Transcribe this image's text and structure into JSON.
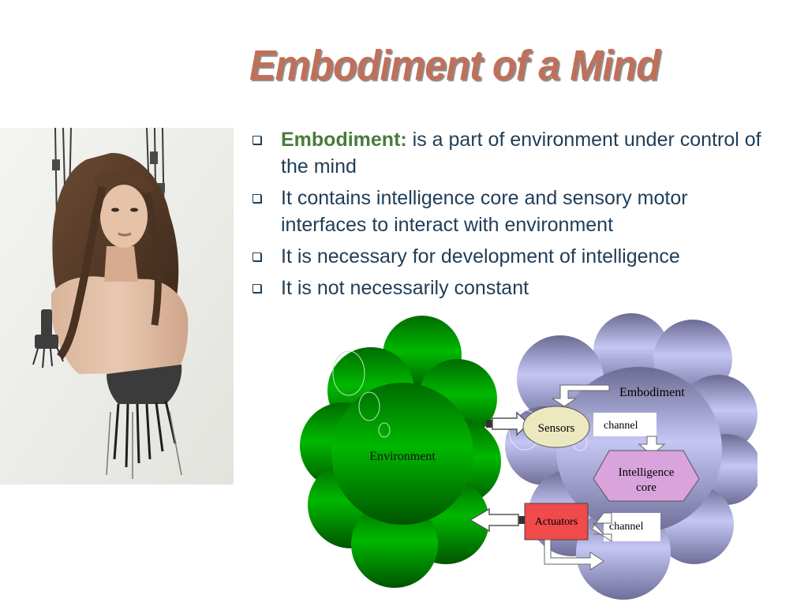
{
  "slide": {
    "title": "Embodiment of a Mind"
  },
  "bullets": [
    {
      "term": "Embodiment:",
      "text": " is a part of environment under control of the mind"
    },
    {
      "term": "",
      "text": "It contains intelligence core and sensory motor interfaces to interact with environment"
    },
    {
      "term": "",
      "text": "It is necessary for development of intelligence"
    },
    {
      "term": "",
      "text": "It is not necessarily constant"
    }
  ],
  "diagram": {
    "environment_label": "Environment",
    "embodiment_label": "Embodiment",
    "sensors_label": "Sensors",
    "channel_top_label": "channel",
    "intelligence_core_line1": "Intelligence",
    "intelligence_core_line2": "core",
    "actuators_label": "Actuators",
    "channel_bottom_label": "channel"
  },
  "colors": {
    "title": "#c0705a",
    "bullet_text": "#1f3d57",
    "term": "#4a7a3c",
    "environment_cloud": "#008a00",
    "embodiment_cloud": "#a9a9e8",
    "sensors_fill": "#ece8c0",
    "core_fill": "#d9a3dc",
    "actuators_fill": "#f04a4a"
  }
}
